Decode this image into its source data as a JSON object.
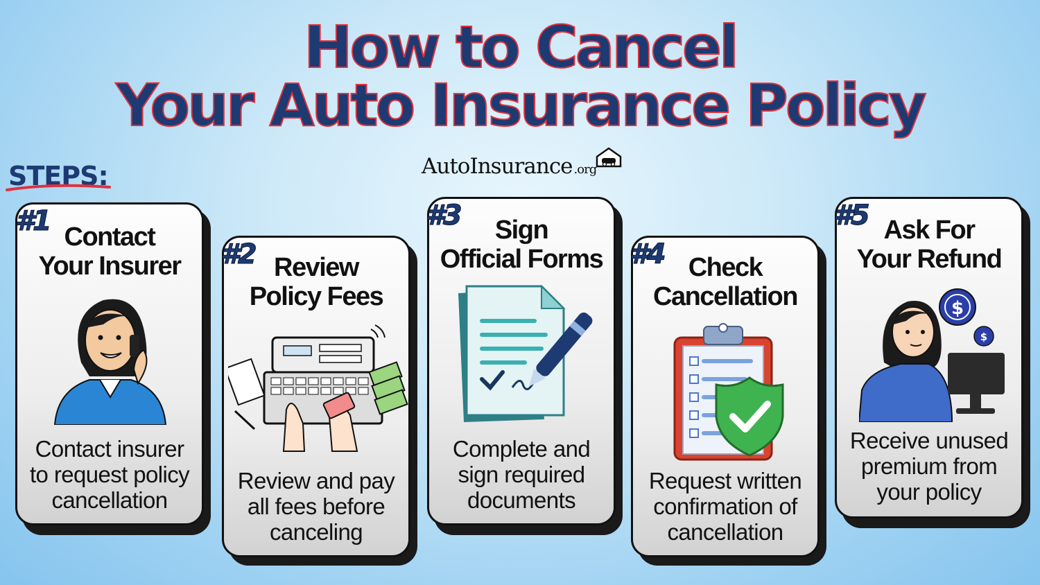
{
  "title": {
    "line1": "How to Cancel",
    "line2": "Your Auto Insurance Policy"
  },
  "brand": {
    "name": "AutoInsurance",
    "tld": ".org"
  },
  "steps_label": "STEPS:",
  "steps": [
    {
      "number": "#1",
      "title_lines": [
        "Contact",
        "Your Insurer"
      ],
      "description_lines": [
        "Contact insurer",
        "to request policy",
        "cancellation"
      ],
      "icon": "woman-on-phone-icon"
    },
    {
      "number": "#2",
      "title_lines": [
        "Review",
        "Policy Fees"
      ],
      "description_lines": [
        "Review and pay",
        "all fees before",
        "canceling"
      ],
      "icon": "laptop-payment-icon"
    },
    {
      "number": "#3",
      "title_lines": [
        "Sign",
        "Official Forms"
      ],
      "description_lines": [
        "Complete and",
        "sign required",
        "documents"
      ],
      "icon": "signed-document-icon"
    },
    {
      "number": "#4",
      "title_lines": [
        "Check",
        "Cancellation"
      ],
      "description_lines": [
        "Request written",
        "confirmation of",
        "cancellation"
      ],
      "icon": "clipboard-shield-icon"
    },
    {
      "number": "#5",
      "title_lines": [
        "Ask For",
        "Your Refund"
      ],
      "description_lines": [
        "Receive unused",
        "premium from",
        "your policy"
      ],
      "icon": "refund-dollar-icon"
    }
  ],
  "colors": {
    "title_fill": "#1d3a72",
    "title_outline": "#e0313c",
    "accent_blue": "#2a62c9",
    "accent_teal": "#3aa5a0"
  }
}
